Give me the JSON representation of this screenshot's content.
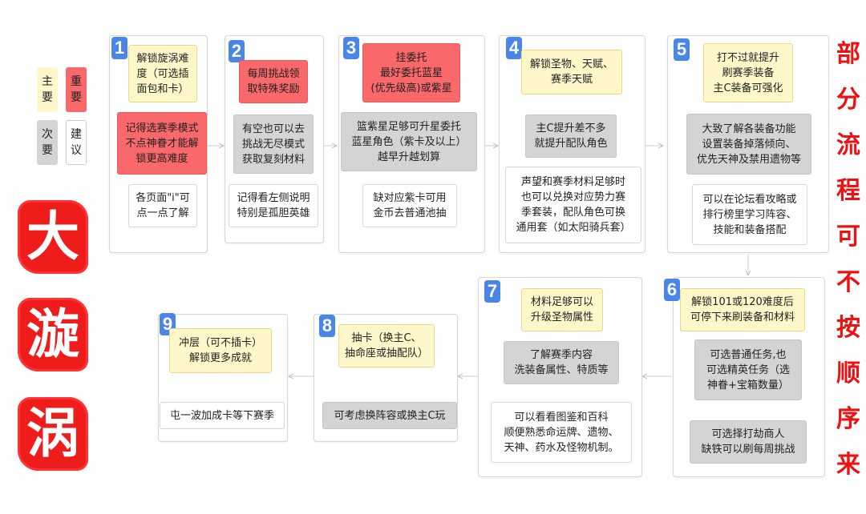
{
  "legend": {
    "main": "主\n要",
    "important": "重\n要",
    "secondary": "次\n要",
    "suggest": "建\n议"
  },
  "title_chars": [
    "大",
    "漩",
    "涡"
  ],
  "side_chars": [
    "部",
    "分",
    "流",
    "程",
    "可",
    "不",
    "按",
    "顺",
    "序",
    "来"
  ],
  "colors": {
    "important": "#f9686b",
    "main": "#fff6c9",
    "secondary": "#d4d4d4",
    "accent": "#4a86e8",
    "title_red": "#ef1c1c"
  },
  "steps": [
    {
      "num": "1",
      "boxes": [
        "解锁旋涡难\n度（可选插\n面包和卡）",
        "记得选赛季模式\n不点神眷才能解\n锁更高难度",
        "各页面\"i\"可\n点一点了解"
      ]
    },
    {
      "num": "2",
      "boxes": [
        "每周挑战领\n取特殊奖励",
        "有空也可以去\n挑战无尽模式\n获取复刻材料",
        "记得看左侧说明\n特别是孤胆英雄"
      ]
    },
    {
      "num": "3",
      "boxes": [
        "挂委托\n最好委托蓝星\n(优先级高)或紫星",
        "篮紫星足够可升星委托\n蓝星角色（紫卡及以上）\n越早升越划算",
        "缺对应紫卡可用\n金币去普通池抽"
      ]
    },
    {
      "num": "4",
      "boxes": [
        "解锁圣物、天赋、\n赛季天赋",
        "主C提升差不多\n就提升配队角色",
        "声望和赛季材料足够时\n也可以兑换对应势力赛\n季套装，配队角色可换\n通用套（如太阳骑兵套）"
      ]
    },
    {
      "num": "5",
      "boxes": [
        "打不过就提升\n刷赛季装备\n主C装备可强化",
        "大致了解各装备功能\n设置装备掉落倾向、\n优先天神及禁用遗物等",
        "可以在论坛看攻略或\n排行榜里学习阵容、\n技能和装备搭配"
      ]
    },
    {
      "num": "6",
      "boxes": [
        "解锁101或120难度后\n可停下来刷装备和材料",
        "可选普通任务,也\n可选精英任务（选\n神眷+宝箱数量）",
        "可选择打劫商人\n缺铁可以刷每周挑战"
      ]
    },
    {
      "num": "7",
      "boxes": [
        "材料足够可以\n升级圣物属性",
        "了解赛季内容\n洗装备属性、特质等",
        "可以看看图鉴和百科\n顺便熟悉命运牌、遗物、\n天神、药水及怪物机制。"
      ]
    },
    {
      "num": "8",
      "boxes": [
        "抽卡（换主C、\n抽命座或抽配队）",
        "可考虑换阵容或换主C玩"
      ]
    },
    {
      "num": "9",
      "boxes": [
        "冲层（可不插卡）\n解锁更多成就",
        "屯一波加成卡等下赛季"
      ]
    }
  ]
}
